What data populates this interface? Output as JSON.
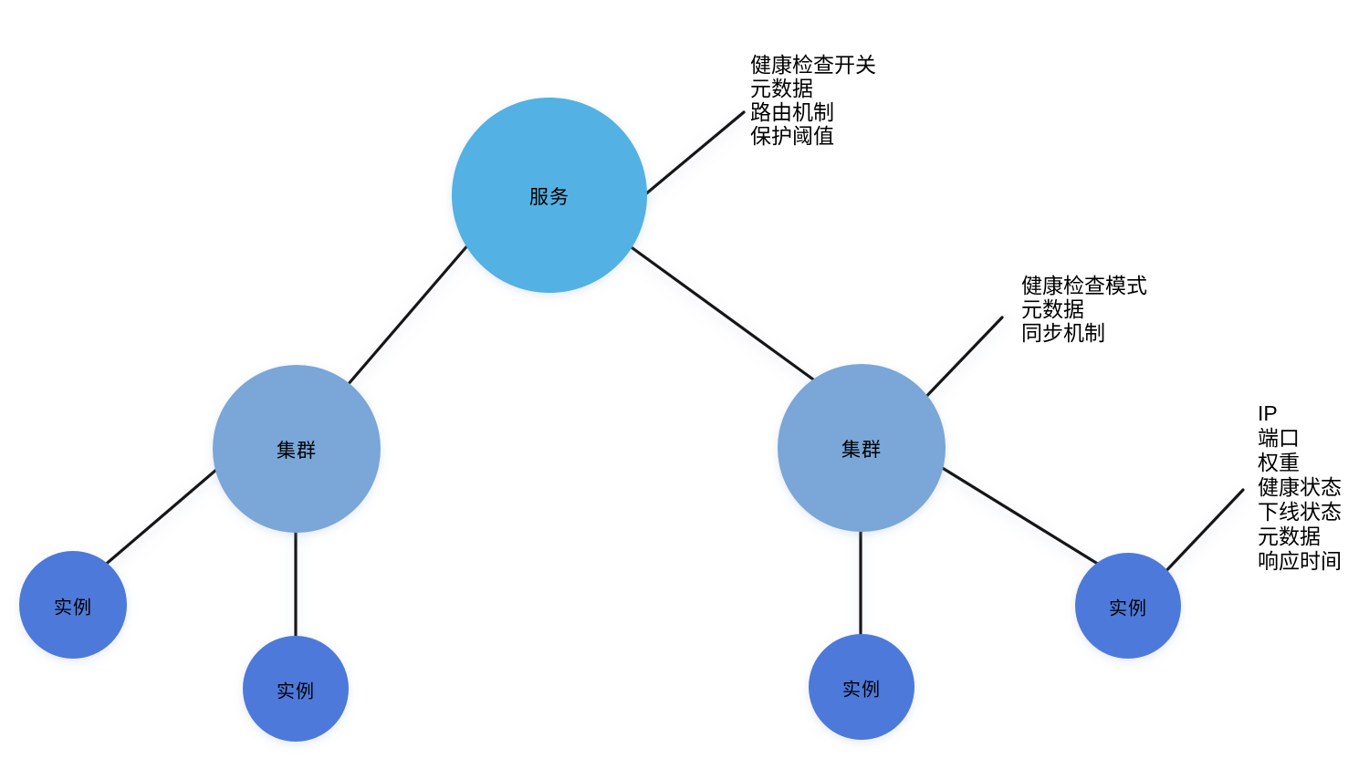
{
  "nodes": {
    "service": {
      "label": "服务",
      "color": "#52b1e4"
    },
    "cluster_left": {
      "label": "集群",
      "color": "#7aa6d8"
    },
    "cluster_right": {
      "label": "集群",
      "color": "#7aa6d8"
    },
    "instance_left": {
      "label": "实例",
      "color": "#4d79da"
    },
    "instance_left_bottom": {
      "label": "实例",
      "color": "#4d79da"
    },
    "instance_middle": {
      "label": "实例",
      "color": "#4d79da"
    },
    "instance_right": {
      "label": "实例",
      "color": "#4d79da"
    }
  },
  "annotations": {
    "service_note": {
      "lines": [
        "健康检查开关",
        "元数据",
        "路由机制",
        "保护阈值"
      ]
    },
    "cluster_note": {
      "lines": [
        "健康检查模式",
        "元数据",
        "同步机制"
      ]
    },
    "instance_note": {
      "lines": [
        "IP",
        "端口",
        "权重",
        "健康状态",
        "下线状态",
        "元数据",
        "响应时间"
      ]
    }
  },
  "colors": {
    "edge": "#141414",
    "text": "#000000",
    "background": "#ffffff"
  }
}
